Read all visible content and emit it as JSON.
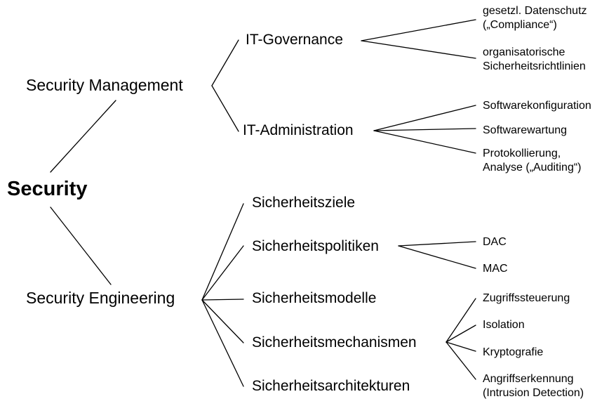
{
  "root": "Security",
  "management": {
    "label": "Security Management",
    "governance": {
      "label": "IT-Governance",
      "items": [
        [
          "gesetzl. Datenschutz",
          "(„Compliance“)"
        ],
        [
          "organisatorische",
          "Sicherheitsrichtlinien"
        ]
      ]
    },
    "administration": {
      "label": "IT-Administration",
      "items": [
        [
          "Softwarekonfiguration"
        ],
        [
          "Softwarewartung"
        ],
        [
          "Protokollierung,",
          "Analyse („Auditing“)"
        ]
      ]
    }
  },
  "engineering": {
    "label": "Security Engineering",
    "ziele": {
      "label": "Sicherheitsziele"
    },
    "politiken": {
      "label": "Sicherheitspolitiken",
      "items": [
        [
          "DAC"
        ],
        [
          "MAC"
        ]
      ]
    },
    "modelle": {
      "label": "Sicherheitsmodelle"
    },
    "mechanismen": {
      "label": "Sicherheitsmechanismen",
      "items": [
        [
          "Zugriffssteuerung"
        ],
        [
          "Isolation"
        ],
        [
          "Kryptografie"
        ],
        [
          "Angriffserkennung",
          "(Intrusion Detection)"
        ]
      ]
    },
    "architekturen": {
      "label": "Sicherheitsarchitekturen"
    }
  },
  "colors": {
    "line": "#000000",
    "text": "#000000",
    "background": "#ffffff"
  }
}
